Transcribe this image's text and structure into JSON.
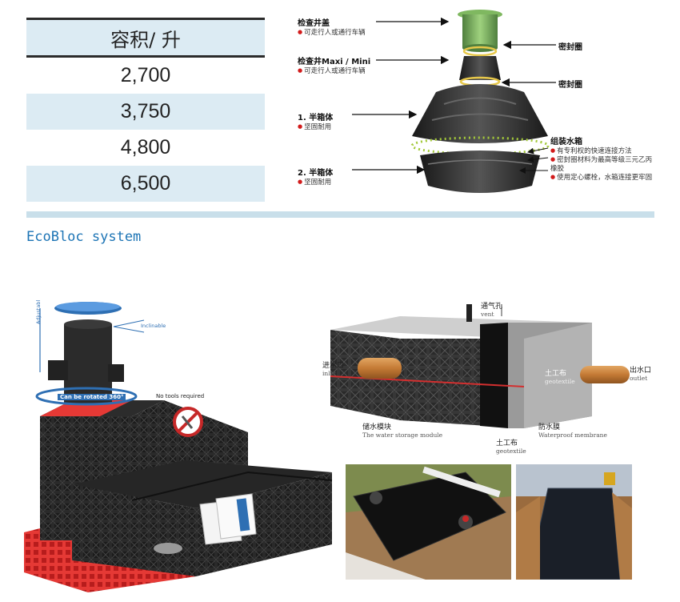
{
  "capacity_table": {
    "header": "容积/ 升",
    "rows": [
      "2,700",
      "3,750",
      "4,800",
      "6,500"
    ]
  },
  "tank_diagram": {
    "manhole_cover": {
      "title": "检查井盖",
      "note": "可走行人或通行车辆"
    },
    "manhole_shaft": {
      "title": "检查井Maxi / Mini",
      "note": "可走行人或通行车辆"
    },
    "half_tank_1": {
      "title": "1. 半箱体",
      "note": "坚固耐用"
    },
    "half_tank_2": {
      "title": "2. 半箱体",
      "note": "坚固耐用"
    },
    "seal_ring_top": "密封圈",
    "seal_ring_mid": "密封圈",
    "assembled": {
      "title": "组装水箱",
      "notes": [
        "有专利权的快速连接方法",
        "密封圈材料为最高等级三元乙丙橡胶",
        "使用定心螺栓，水箱连接更牢固"
      ]
    }
  },
  "section_title": "EcoBloc system",
  "ecobloc_illustration": {
    "adjustable": "Adjustable",
    "inclinable": "Inclinable",
    "rotated": "Can be rotated 360°",
    "no_tools": "No tools required"
  },
  "cross_section": {
    "vent": {
      "cn": "通气孔",
      "en": "vent"
    },
    "inlet": {
      "cn": "进水口",
      "en": "inlet"
    },
    "outlet": {
      "cn": "出水口",
      "en": "outlet"
    },
    "geotextile_top": {
      "cn": "土工布",
      "en": "geotextile"
    },
    "module": {
      "cn": "储水模块",
      "en": "The water storage module"
    },
    "membrane": {
      "cn": "防水膜",
      "en": "Waterproof membrane"
    },
    "geotextile_bottom": {
      "cn": "土工布",
      "en": "geotextile"
    }
  },
  "colors": {
    "accent_blue": "#1c74b5",
    "table_shade": "#dcebf3",
    "bullet_red": "#d21b1b",
    "module_red": "#e53935"
  }
}
